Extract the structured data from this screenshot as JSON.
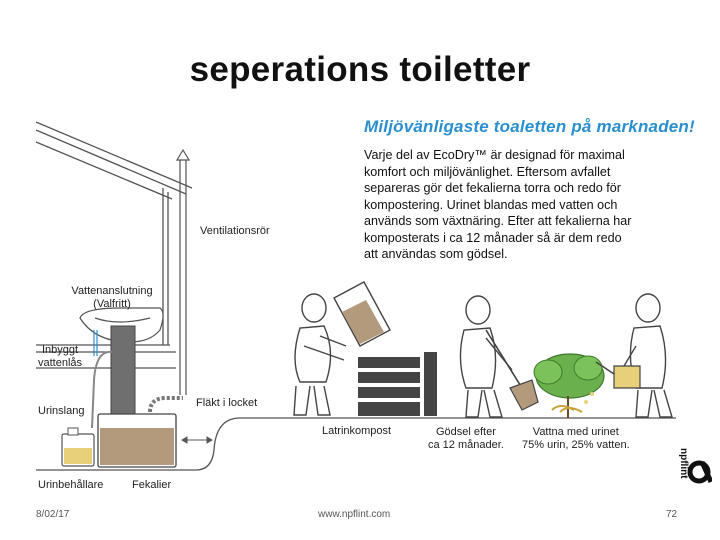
{
  "slide": {
    "title": "seperations toiletter",
    "footer": {
      "date": "8/02/17",
      "url": "www.npflint.com",
      "page": "72"
    }
  },
  "infographic": {
    "headline": "Miljövänligaste toaletten på marknaden!",
    "paragraph_lines": [
      "Varje del av EcoDry™ är designad för maximal",
      "komfort och miljövänlighet. Eftersom avfallet",
      "separeras  gör det fekalierna torra och redo för",
      "kompostering. Urinet blandas med vatten och",
      "används som växtnäring. Efter att fekalierna har",
      "komposterats i ca 12 månader så är dem redo",
      "att användas som gödsel."
    ],
    "labels": {
      "ventilation": "Ventilationsrör",
      "water_connection": [
        "Vattenanslutning",
        "(Valfritt)"
      ],
      "water_trap": [
        "Inbyggt",
        "vattenlås"
      ],
      "fan": "Fläkt i locket",
      "urine_hose": "Urinslang",
      "urine_container": "Urinbehållare",
      "feces": "Fekalier",
      "latrine_compost": "Latrinkompost",
      "fertilizer": [
        "Gödsel efter",
        "ca 12 månader."
      ],
      "watering": [
        "Vattna med urinet",
        "75% urin, 25% vatten."
      ]
    },
    "logo_text": "npflint",
    "colors": {
      "accent_blue": "#2a8fd0",
      "soil_brown": "#b49a7c",
      "urine_yellow": "#e8d07a",
      "plant_green": "#6ab04c",
      "compost_gray": "#444444"
    }
  }
}
